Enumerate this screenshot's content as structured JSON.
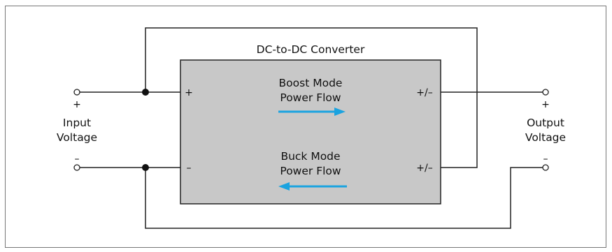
{
  "converter": {
    "title": "DC-to-DC Converter",
    "fill_color": "#c8c8c8",
    "left_terminals": {
      "top": "+",
      "bottom": "–"
    },
    "right_terminals": {
      "top": "+/–",
      "bottom": "+/–"
    },
    "boost": {
      "line1": "Boost Mode",
      "line2": "Power Flow",
      "direction": "right"
    },
    "buck": {
      "line1": "Buck Mode",
      "line2": "Power Flow",
      "direction": "left"
    }
  },
  "input": {
    "label_line1": "Input",
    "label_line2": "Voltage",
    "plus": "+",
    "minus": "–"
  },
  "output": {
    "label_line1": "Output",
    "label_line2": "Voltage",
    "plus": "+",
    "minus": "–"
  },
  "colors": {
    "arrow": "#1aa3e0",
    "wire": "#222222",
    "frame": "#777777"
  }
}
